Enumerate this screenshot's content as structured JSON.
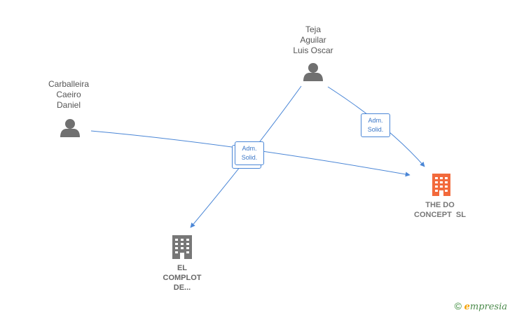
{
  "persons": [
    {
      "id": "teja",
      "lines": [
        "Teja",
        "Aguilar",
        "Luis Oscar"
      ]
    },
    {
      "id": "carballeira",
      "lines": [
        "Carballeira",
        "Caeiro",
        "Daniel"
      ]
    }
  ],
  "companies": [
    {
      "id": "the-do",
      "lines": [
        "THE DO",
        "CONCEPT  SL"
      ],
      "color": "#f26a3c"
    },
    {
      "id": "el-complot",
      "lines": [
        "EL",
        "COMPLOT",
        "DE..."
      ],
      "color": "#777777"
    }
  ],
  "edge_labels": {
    "right": [
      "Adm.",
      "Solid."
    ],
    "center": [
      "Adm.",
      "Solid."
    ]
  },
  "colors": {
    "edge": "#4a86d6",
    "person_icon": "#707070"
  },
  "watermark": {
    "copyright": "©",
    "brand_initial": "e",
    "brand_rest": "mpresia"
  }
}
